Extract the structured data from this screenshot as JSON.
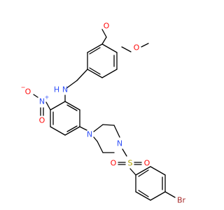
{
  "colors": {
    "bond": "#000000",
    "oxygen": "#ff0d0d",
    "nitrogen": "#3050f8",
    "sulfur": "#b2a100",
    "bromine": "#a62929"
  },
  "atoms": {
    "o_methoxy_top": "O",
    "o_methoxy_right": "O",
    "n_amine": "N",
    "h_amine": "H",
    "n_nitro": "N",
    "n_nitro_charge": "+",
    "o_nitro_left": "O",
    "o_nitro_left_charge": "−",
    "o_nitro_bottom": "O",
    "n_piperazine_top": "N",
    "n_piperazine_bottom": "N",
    "s_sulfonyl": "S",
    "o_sulfonyl_left": "O",
    "o_sulfonyl_right": "O",
    "br": "Br"
  }
}
